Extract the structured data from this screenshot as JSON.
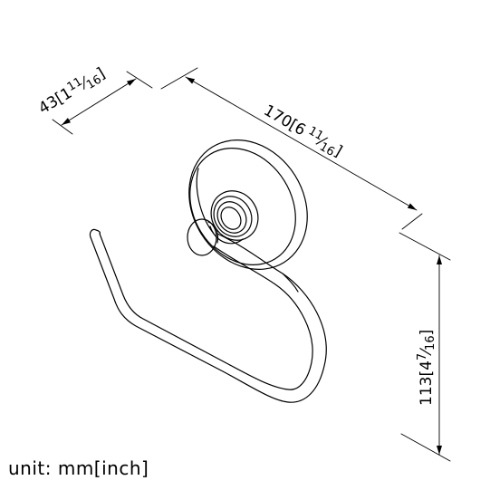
{
  "dimensions": {
    "depth": {
      "mm": "43",
      "inch_whole": "1",
      "inch_num": "11",
      "inch_den": "16"
    },
    "width": {
      "mm": "170",
      "inch_whole": "6",
      "inch_num": "11",
      "inch_den": "16"
    },
    "height": {
      "mm": "113",
      "inch_whole": "4",
      "inch_num": "7",
      "inch_den": "16"
    }
  },
  "unit_label": "unit: mm[inch]"
}
